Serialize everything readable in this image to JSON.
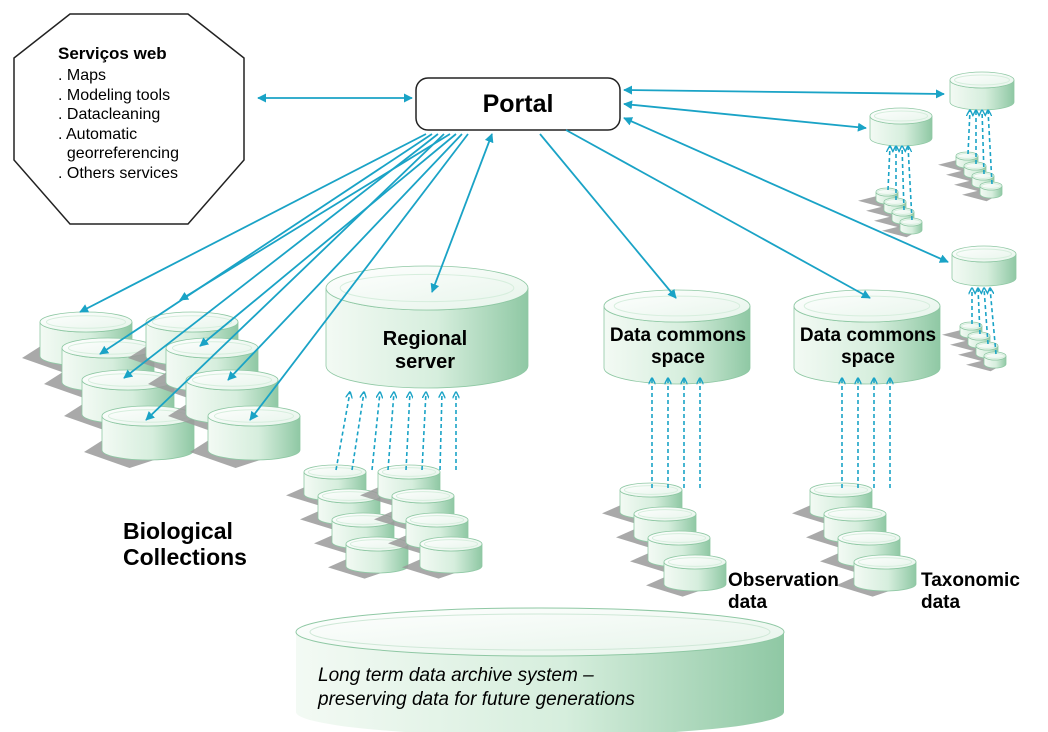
{
  "web_services": {
    "title": "Serviços web",
    "items": [
      ". Maps",
      ". Modeling tools",
      ". Datacleaning",
      ". Automatic",
      "  georreferencing",
      ". Others services"
    ]
  },
  "portal": {
    "label": "Portal"
  },
  "regional_server": {
    "line1": "Regional",
    "line2": "server"
  },
  "data_commons_1": {
    "line1": "Data commons",
    "line2": "space"
  },
  "data_commons_2": {
    "line1": "Data commons",
    "line2": "space"
  },
  "biological_collections": {
    "line1": "Biological",
    "line2": "Collections"
  },
  "observation_data": {
    "line1": "Observation",
    "line2": "data"
  },
  "taxonomic_data": {
    "line1": "Taxonomic",
    "line2": "data"
  },
  "archive": {
    "line1": "Long term data archive system –",
    "line2": "preserving data for future generations"
  },
  "colors": {
    "arrow": "#1aa3c6",
    "cylinder_light": "#f3faf4",
    "cylinder_mid": "#d6eedd",
    "cylinder_dark": "#8fc8a4",
    "shadow": "#9a9a9a"
  },
  "icons": {
    "arrow_head": "arrowhead-icon",
    "database": "database-cylinder-icon"
  }
}
